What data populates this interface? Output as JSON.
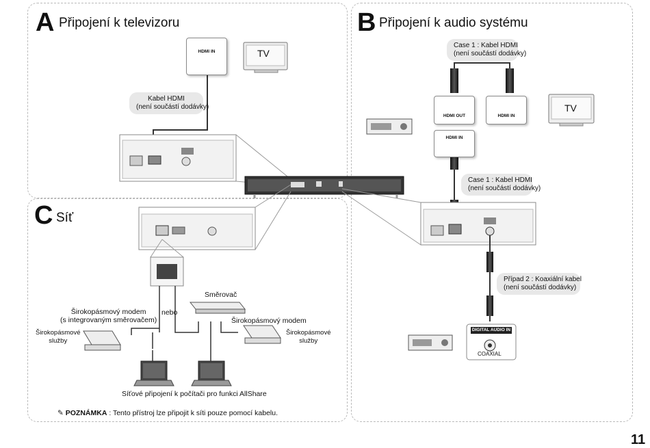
{
  "sections": {
    "a": {
      "letter": "A",
      "title": "Připojení k televizoru"
    },
    "b": {
      "letter": "B",
      "title": "Připojení k audio systému"
    },
    "c": {
      "letter": "C",
      "title": "Síť"
    }
  },
  "labels": {
    "hdmi_in": "HDMI IN",
    "hdmi_out": "HDMI OUT",
    "tv": "TV",
    "cable_hdmi": "Kabel HDMI\n(není součástí dodávky)",
    "case1_top": "Case 1 : Kabel HDMI\n(není součástí dodávky)",
    "case1_mid": "Case 1 : Kabel HDMI\n(není součástí dodávky)",
    "case2": "Případ 2 : Koaxiální kabel\n(není součástí dodávky)",
    "digital_audio_in": "DIGITAL AUDIO IN",
    "coaxial": "COAXIAL",
    "router": "Směrovač",
    "or": "nebo",
    "modem_integrated": "Širokopásmový modem\n(s integrovaným směrovačem)",
    "modem": "Širokopásmový modem",
    "services_left": "Širokopásmové\nslužby",
    "services_right": "Širokopásmové\nslužby",
    "pc_caption": "Síťové připojení k počítači pro funkci AllShare",
    "note_prefix": "POZNÁMKA",
    "note_text": " : Tento přístroj lze připojit k síti pouze pomocí kabelu."
  },
  "page_number": "11"
}
